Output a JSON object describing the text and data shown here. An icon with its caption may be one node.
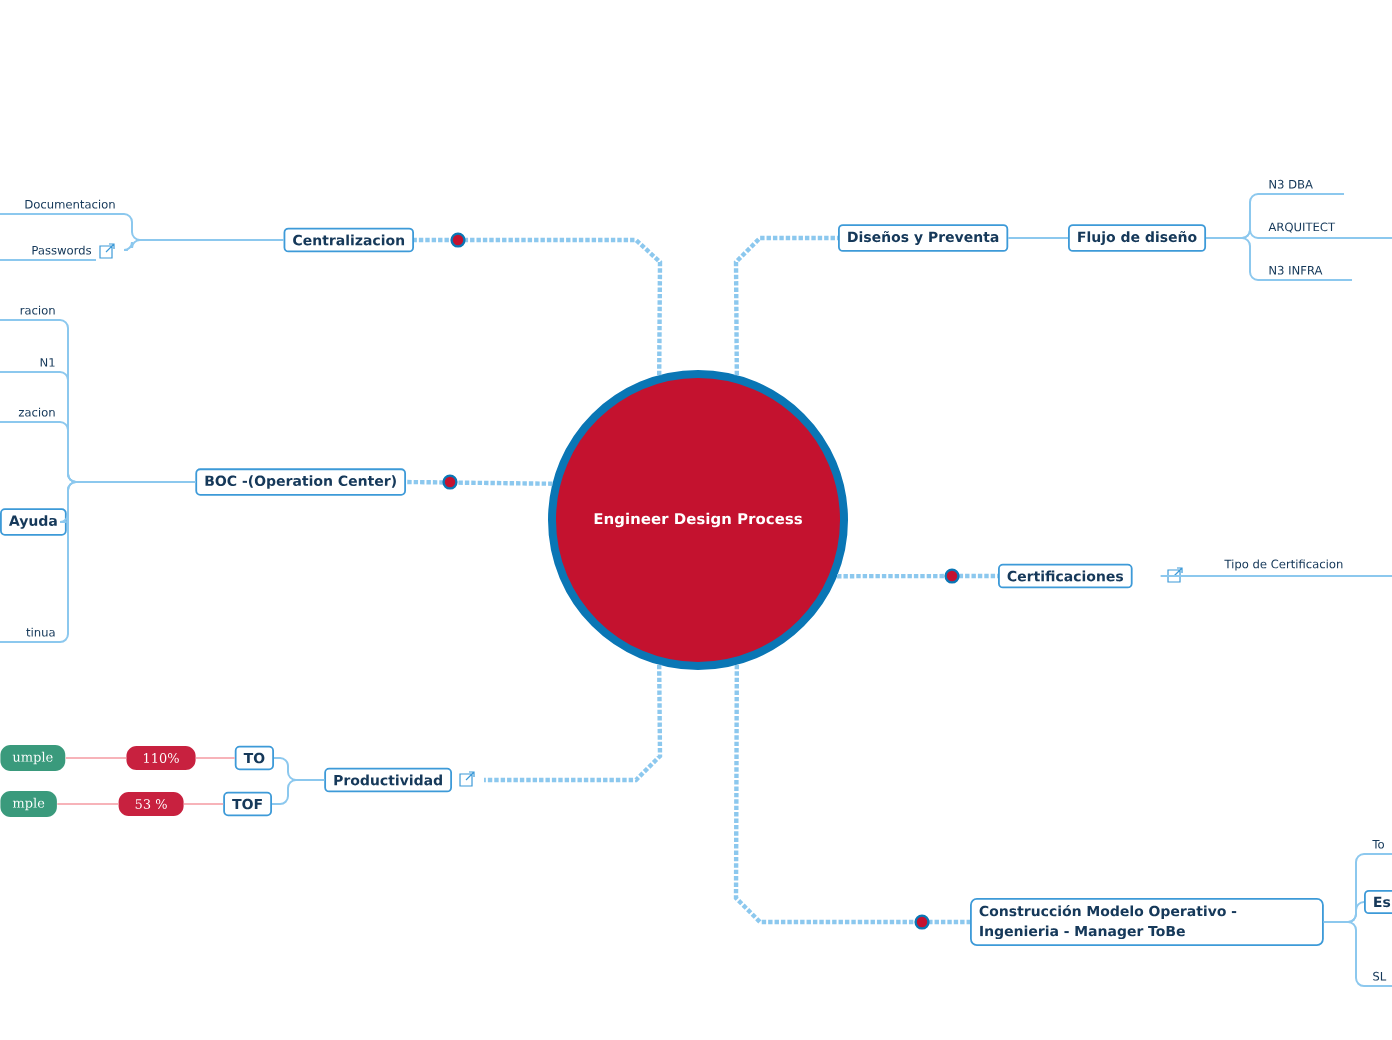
{
  "diagram": {
    "nodes": [
      {
        "text": [
          "Engineer Design Process"
        ]
      },
      {
        "text": [
          "Centralizacion"
        ]
      },
      {
        "text": [
          "Documentacion"
        ]
      },
      {
        "text": [
          "Passwords"
        ]
      },
      {
        "text": [
          "BOC -(Operation Center)"
        ]
      },
      {
        "text": [
          "racion"
        ]
      },
      {
        "text": [
          "N1"
        ]
      },
      {
        "text": [
          "zacion"
        ]
      },
      {
        "text": [
          "Ayuda"
        ]
      },
      {
        "text": [
          "tinua"
        ]
      },
      {
        "text": [
          "Productividad"
        ]
      },
      {
        "text": [
          "TO"
        ]
      },
      {
        "text": [
          "TOF"
        ]
      },
      {
        "text": [
          "110%"
        ]
      },
      {
        "text": [
          "umple"
        ]
      },
      {
        "text": [
          "53 %"
        ]
      },
      {
        "text": [
          "mple"
        ]
      },
      {
        "text": [
          "Diseños y Preventa"
        ]
      },
      {
        "text": [
          "Flujo de diseño"
        ]
      },
      {
        "text": [
          "N3 DBA"
        ]
      },
      {
        "text": [
          "ARQUITECT"
        ]
      },
      {
        "text": [
          "N3 INFRA"
        ]
      },
      {
        "text": [
          "Certificaciones"
        ]
      },
      {
        "text": [
          "Tipo de Certificacion"
        ]
      },
      {
        "text": [
          "Construcción Modelo Operativo - Ingenieria - Manager ToBe"
        ]
      },
      {
        "text": [
          "To"
        ]
      },
      {
        "text": [
          "Es"
        ]
      },
      {
        "text": [
          "SL"
        ]
      }
    ],
    "edges": [
      {
        "from": 0,
        "to": 1,
        "arrow": "none",
        "style": "dashed"
      },
      {
        "from": 1,
        "to": 2,
        "arrow": "none"
      },
      {
        "from": 1,
        "to": 3,
        "arrow": "none"
      },
      {
        "from": 0,
        "to": 4,
        "arrow": "none",
        "style": "dashed"
      },
      {
        "from": 4,
        "to": 5,
        "arrow": "none"
      },
      {
        "from": 4,
        "to": 6,
        "arrow": "none"
      },
      {
        "from": 4,
        "to": 7,
        "arrow": "none"
      },
      {
        "from": 4,
        "to": 8,
        "arrow": "none"
      },
      {
        "from": 4,
        "to": 9,
        "arrow": "none"
      },
      {
        "from": 0,
        "to": 10,
        "arrow": "none",
        "style": "dashed"
      },
      {
        "from": 10,
        "to": 11,
        "arrow": "none"
      },
      {
        "from": 10,
        "to": 12,
        "arrow": "none"
      },
      {
        "from": 11,
        "to": 13,
        "arrow": "none",
        "color": "#f7b3b9"
      },
      {
        "from": 13,
        "to": 14,
        "arrow": "none",
        "color": "#f7b3b9"
      },
      {
        "from": 12,
        "to": 15,
        "arrow": "none",
        "color": "#f7b3b9"
      },
      {
        "from": 15,
        "to": 16,
        "arrow": "none",
        "color": "#f7b3b9"
      },
      {
        "from": 0,
        "to": 17,
        "arrow": "none",
        "style": "dashed"
      },
      {
        "from": 17,
        "to": 18,
        "arrow": "none"
      },
      {
        "from": 18,
        "to": 19,
        "arrow": "none"
      },
      {
        "from": 18,
        "to": 20,
        "arrow": "none"
      },
      {
        "from": 18,
        "to": 21,
        "arrow": "none"
      },
      {
        "from": 0,
        "to": 22,
        "arrow": "none",
        "style": "dashed"
      },
      {
        "from": 22,
        "to": 23,
        "arrow": "none"
      },
      {
        "from": 0,
        "to": 24,
        "arrow": "none",
        "style": "dashed"
      },
      {
        "from": 24,
        "to": 25,
        "arrow": "none"
      },
      {
        "from": 24,
        "to": 26,
        "arrow": "none"
      },
      {
        "from": 24,
        "to": 27,
        "arrow": "none"
      }
    ]
  }
}
